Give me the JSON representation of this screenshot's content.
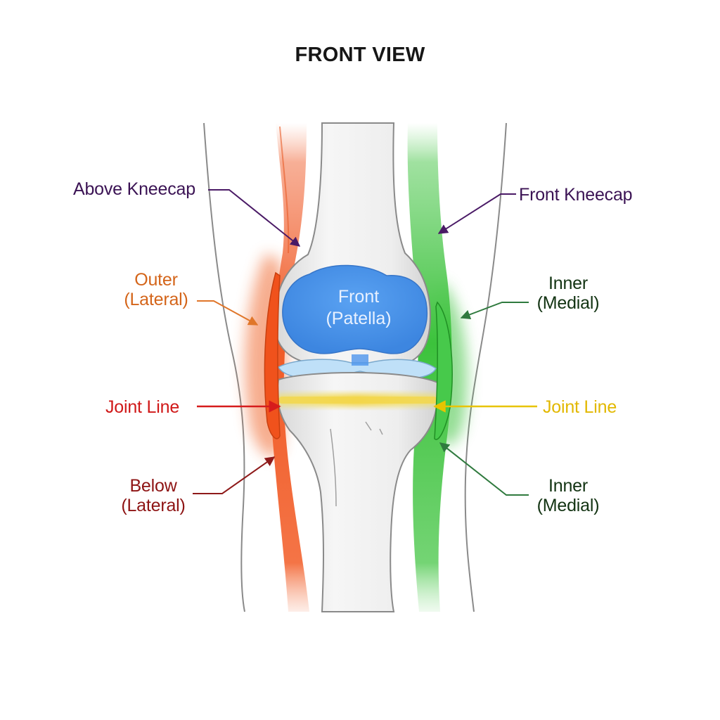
{
  "title": "FRONT VIEW",
  "colors": {
    "lateral_band": "#f04a1a",
    "medial_band": "#3cc23c",
    "patella": "#4d95ec",
    "joint_line_lateral": "#d62020",
    "joint_line_medial": "#e8c400",
    "bone_fill": "#ececec",
    "outline": "#7a7a7a"
  },
  "patella_label": {
    "line1": "Front",
    "line2": "(Patella)",
    "color": "#e8f1ff"
  },
  "labels": {
    "above_kneecap": {
      "text": "Above Kneecap",
      "color": "#3b1354"
    },
    "front_kneecap": {
      "text": "Front Kneecap",
      "color": "#3b1354"
    },
    "outer_lateral": {
      "line1": "Outer",
      "line2": "(Lateral)",
      "color": "#d4651a"
    },
    "inner_medial_upper": {
      "line1": "Inner",
      "line2": "(Medial)",
      "color": "#123312"
    },
    "joint_line_left": {
      "text": "Joint Line",
      "color": "#d01818"
    },
    "joint_line_right": {
      "text": "Joint Line",
      "color": "#e2b800"
    },
    "below_lateral": {
      "line1": "Below",
      "line2": "(Lateral)",
      "color": "#8e1414"
    },
    "inner_medial_lower": {
      "line1": "Inner",
      "line2": "(Medial)",
      "color": "#123312"
    }
  },
  "leader_colors": {
    "above_kneecap": "#4a1a66",
    "front_kneecap": "#4a1a66",
    "outer_lateral": "#e0762a",
    "inner_medial_upper": "#2f7a3e",
    "joint_line_left": "#d61c1c",
    "joint_line_right": "#e8c400",
    "below_lateral": "#8e1a1a",
    "inner_medial_lower": "#2f7a3e"
  }
}
